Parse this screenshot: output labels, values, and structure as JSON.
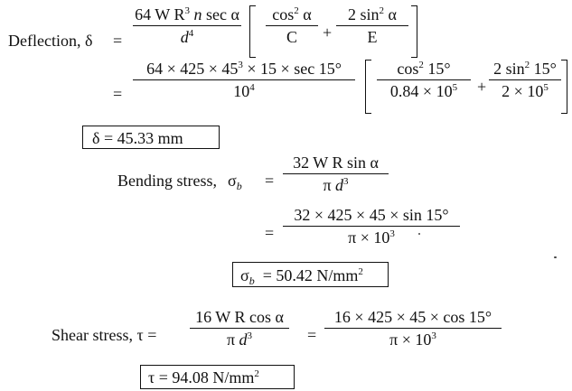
{
  "deflection": {
    "label": "Deflection, δ",
    "eq1": "=",
    "f1_num_a": "64 W R",
    "f1_num_sup": "3",
    "f1_num_b": "n",
    "f1_num_c": "sec α",
    "f1_den": "d",
    "f1_den_sup": "4",
    "t1_num": "cos",
    "t1_num_sup": "2",
    "t1_num_b": "α",
    "t1_den": "C",
    "plus1": "+",
    "t2_num": "2 sin",
    "t2_num_sup": "2",
    "t2_num_b": "α",
    "t2_den": "E",
    "eq2": "=",
    "f2_num_a": "64 × 425 × 45",
    "f2_num_sup": "3",
    "f2_num_b": "× 15 × sec 15°",
    "f2_den": "10",
    "f2_den_sup": "4",
    "t3_num": "cos",
    "t3_num_sup": "2",
    "t3_num_b": "15°",
    "t3_den": "0.84 × 10",
    "t3_den_sup": "5",
    "plus2": "+",
    "t4_num": "2 sin",
    "t4_num_sup": "2",
    "t4_num_b": "15°",
    "t4_den": "2 × 10",
    "t4_den_sup": "5",
    "result": "δ  =  45.33 mm"
  },
  "bending": {
    "label": "Bending stress,",
    "symbol": "σ",
    "symbol_sub": "b",
    "eq1": "=",
    "f1_num": "32 W R sin α",
    "f1_den_a": "π",
    "f1_den_b": "d",
    "f1_den_sup": "3",
    "eq2": "=",
    "f2_num": "32 × 425 × 45 × sin 15°",
    "f2_den": "π × 10",
    "f2_den_sup": "3",
    "result_symbol": "σ",
    "result_sub": "b",
    "result_value": "=  50.42 N/mm",
    "result_sup": "2"
  },
  "shear": {
    "label": "Shear stress,  τ  =",
    "f1_num": "16 W R cos α",
    "f1_den_a": "π",
    "f1_den_b": "d",
    "f1_den_sup": "3",
    "eq": "=",
    "f2_num": "16 × 425 × 45 × cos 15°",
    "f2_den": "π × 10",
    "f2_den_sup": "3",
    "result_value": "τ  =  94.08 N/mm",
    "result_sup": "2"
  }
}
